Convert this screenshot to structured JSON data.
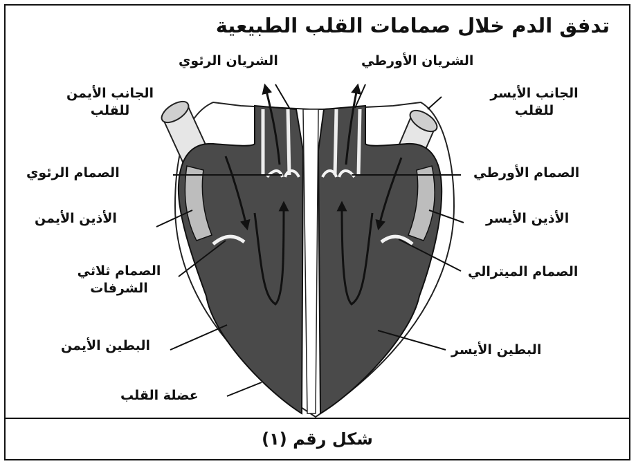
{
  "title": "تدفق الدم خلال صمامات القلب الطبيعية",
  "labels": {
    "pulmonary_artery": "الشريان الرئوي",
    "aorta": "الشريان الأورطي",
    "right_side_line1": "الجانب الأيمن",
    "right_side_line2": "للقلب",
    "left_side_line1": "الجانب الأيسر",
    "left_side_line2": "للقلب",
    "pulmonary_valve": "الصمام الرئوي",
    "aortic_valve": "الصمام الأورطي",
    "right_atrium": "الأذين الأيمن",
    "left_atrium": "الأذين الأيسر",
    "tricuspid_line1": "الصمام ثلاثي",
    "tricuspid_line2": "الشرفات",
    "mitral_valve": "الصمام الميترالي",
    "right_ventricle": "البطين الأيمن",
    "left_ventricle": "البطين الأيسر",
    "heart_muscle": "عضلة القلب"
  },
  "caption": "شكل رقم (١)",
  "colors": {
    "chamber": "#4a4a4a",
    "muscle": "#ffffff",
    "outline": "#111111",
    "wall": "#bdbdbd"
  }
}
